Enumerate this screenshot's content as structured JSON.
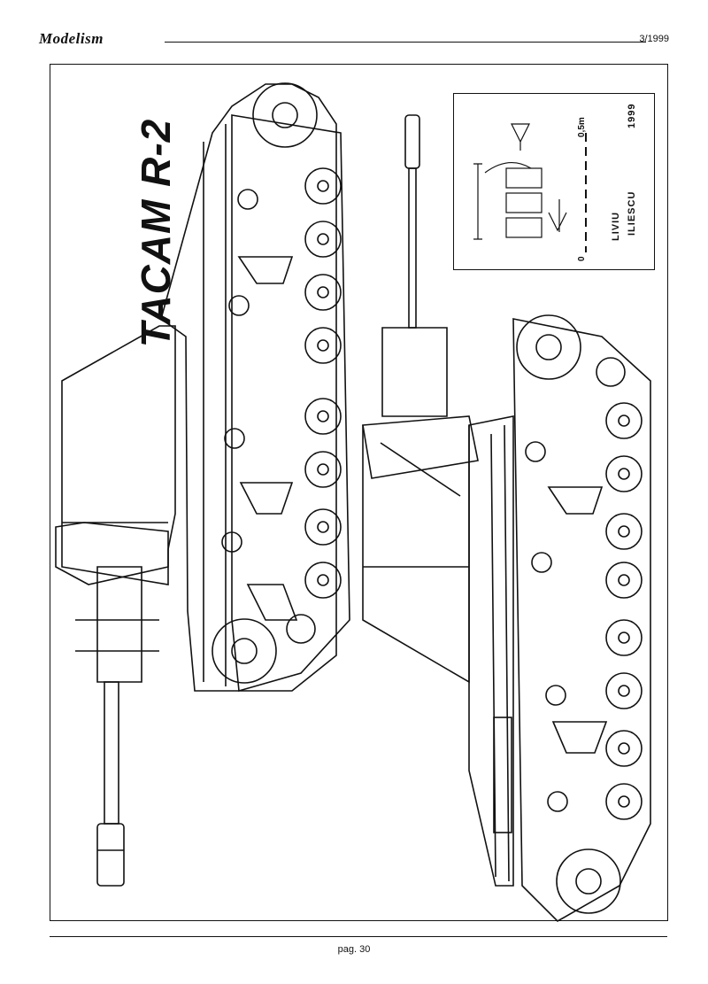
{
  "header": {
    "logo": "Modelism",
    "issue": "3/1999"
  },
  "title": "TACAM R-2",
  "credits": {
    "name1": "LIVIU",
    "name2": "ILIESCU",
    "year": "1999"
  },
  "scale_label": "0,5m",
  "scale_zero": "0",
  "footer": {
    "page": "pag. 30"
  }
}
